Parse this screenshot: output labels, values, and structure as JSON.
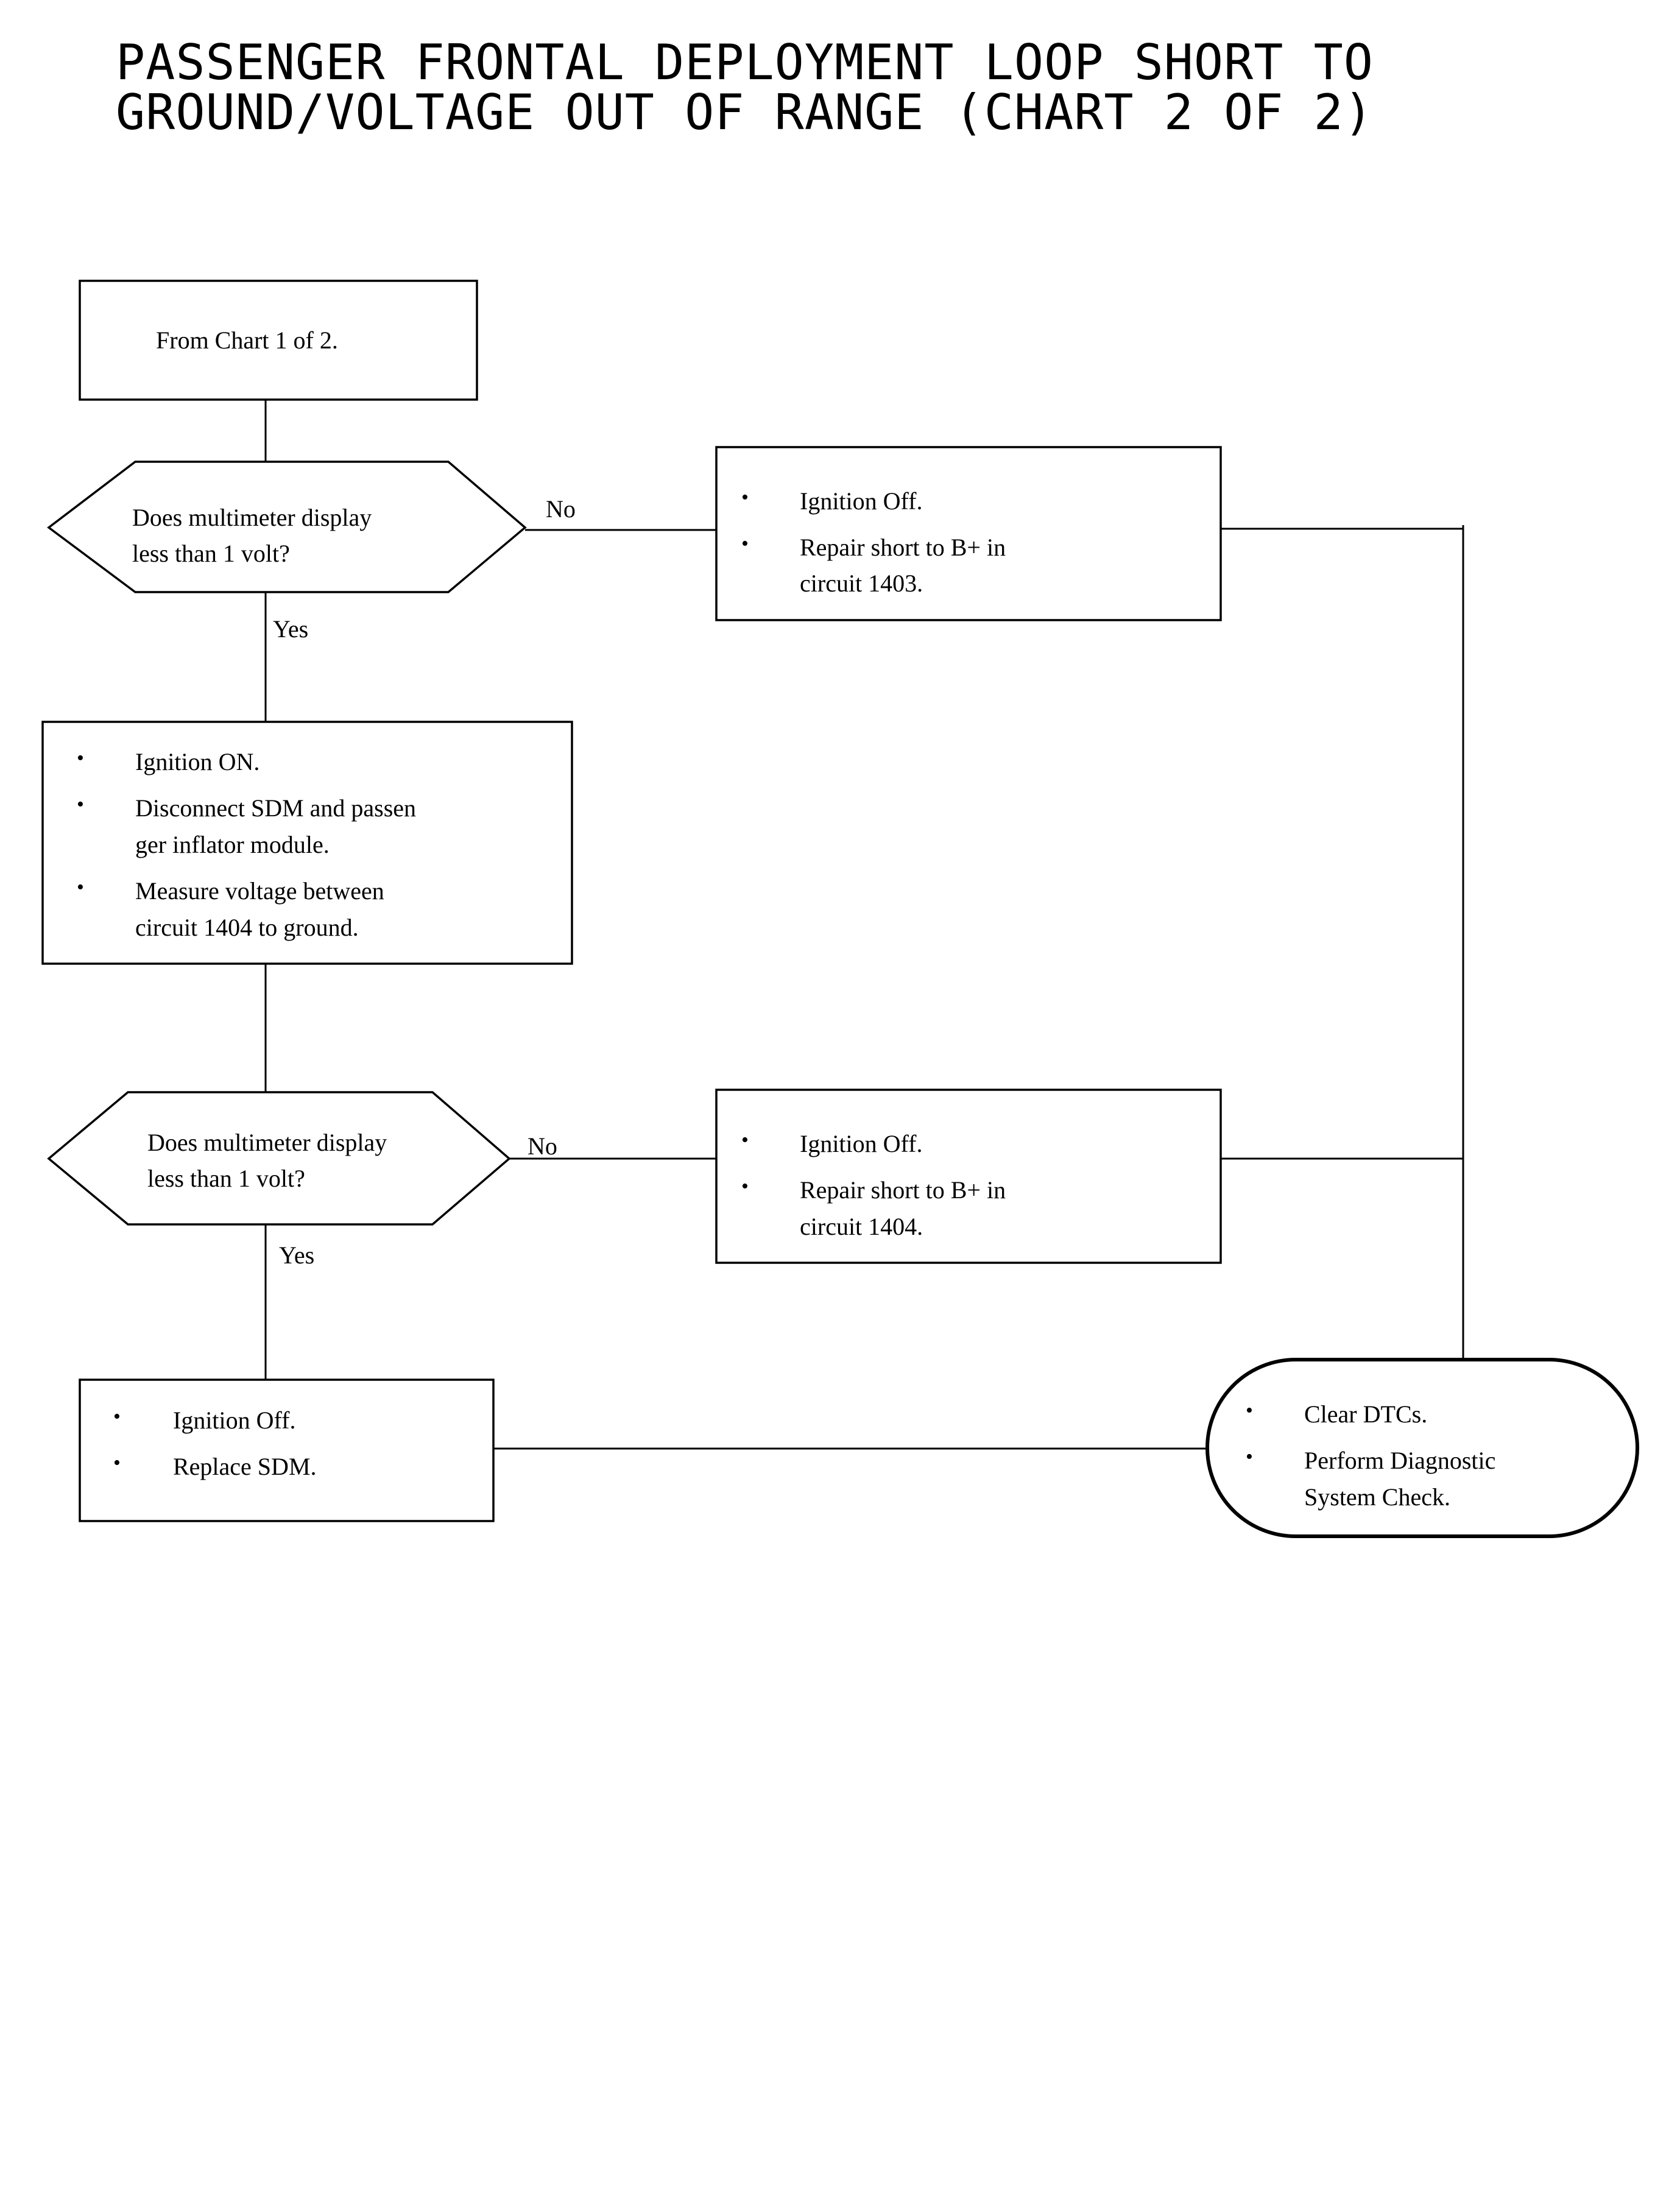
{
  "title": {
    "line1": "PASSENGER FRONTAL DEPLOYMENT LOOP SHORT TO",
    "line2": "GROUND/VOLTAGE OUT OF RANGE (CHART 2 OF 2)"
  },
  "bullet_glyph": "•",
  "start": {
    "text": "From Chart 1 of 2."
  },
  "decision1": {
    "line1": "Does multimeter display",
    "line2": "less than 1 volt?",
    "no_label": "No",
    "yes_label": "Yes"
  },
  "action_1403": {
    "item1": "Ignition Off.",
    "item2_line1": "Repair short to B+ in",
    "item2_line2": "circuit 1403."
  },
  "measure": {
    "item1": "Ignition ON.",
    "item2_line1": "Disconnect SDM and passen",
    "item2_line2": "ger inflator module.",
    "item3_line1": "Measure voltage between",
    "item3_line2": "circuit 1404 to ground."
  },
  "decision2": {
    "line1": "Does multimeter display",
    "line2": "less than 1 volt?",
    "no_label": "No",
    "yes_label": "Yes"
  },
  "action_1404": {
    "item1": "Ignition Off.",
    "item2_line1": "Repair short to B+ in",
    "item2_line2": "circuit 1404."
  },
  "replace_sdm": {
    "item1": "Ignition Off.",
    "item2": "Replace SDM."
  },
  "end": {
    "item1": "Clear DTCs.",
    "item2_line1": "Perform Diagnostic",
    "item2_line2": "System Check."
  }
}
